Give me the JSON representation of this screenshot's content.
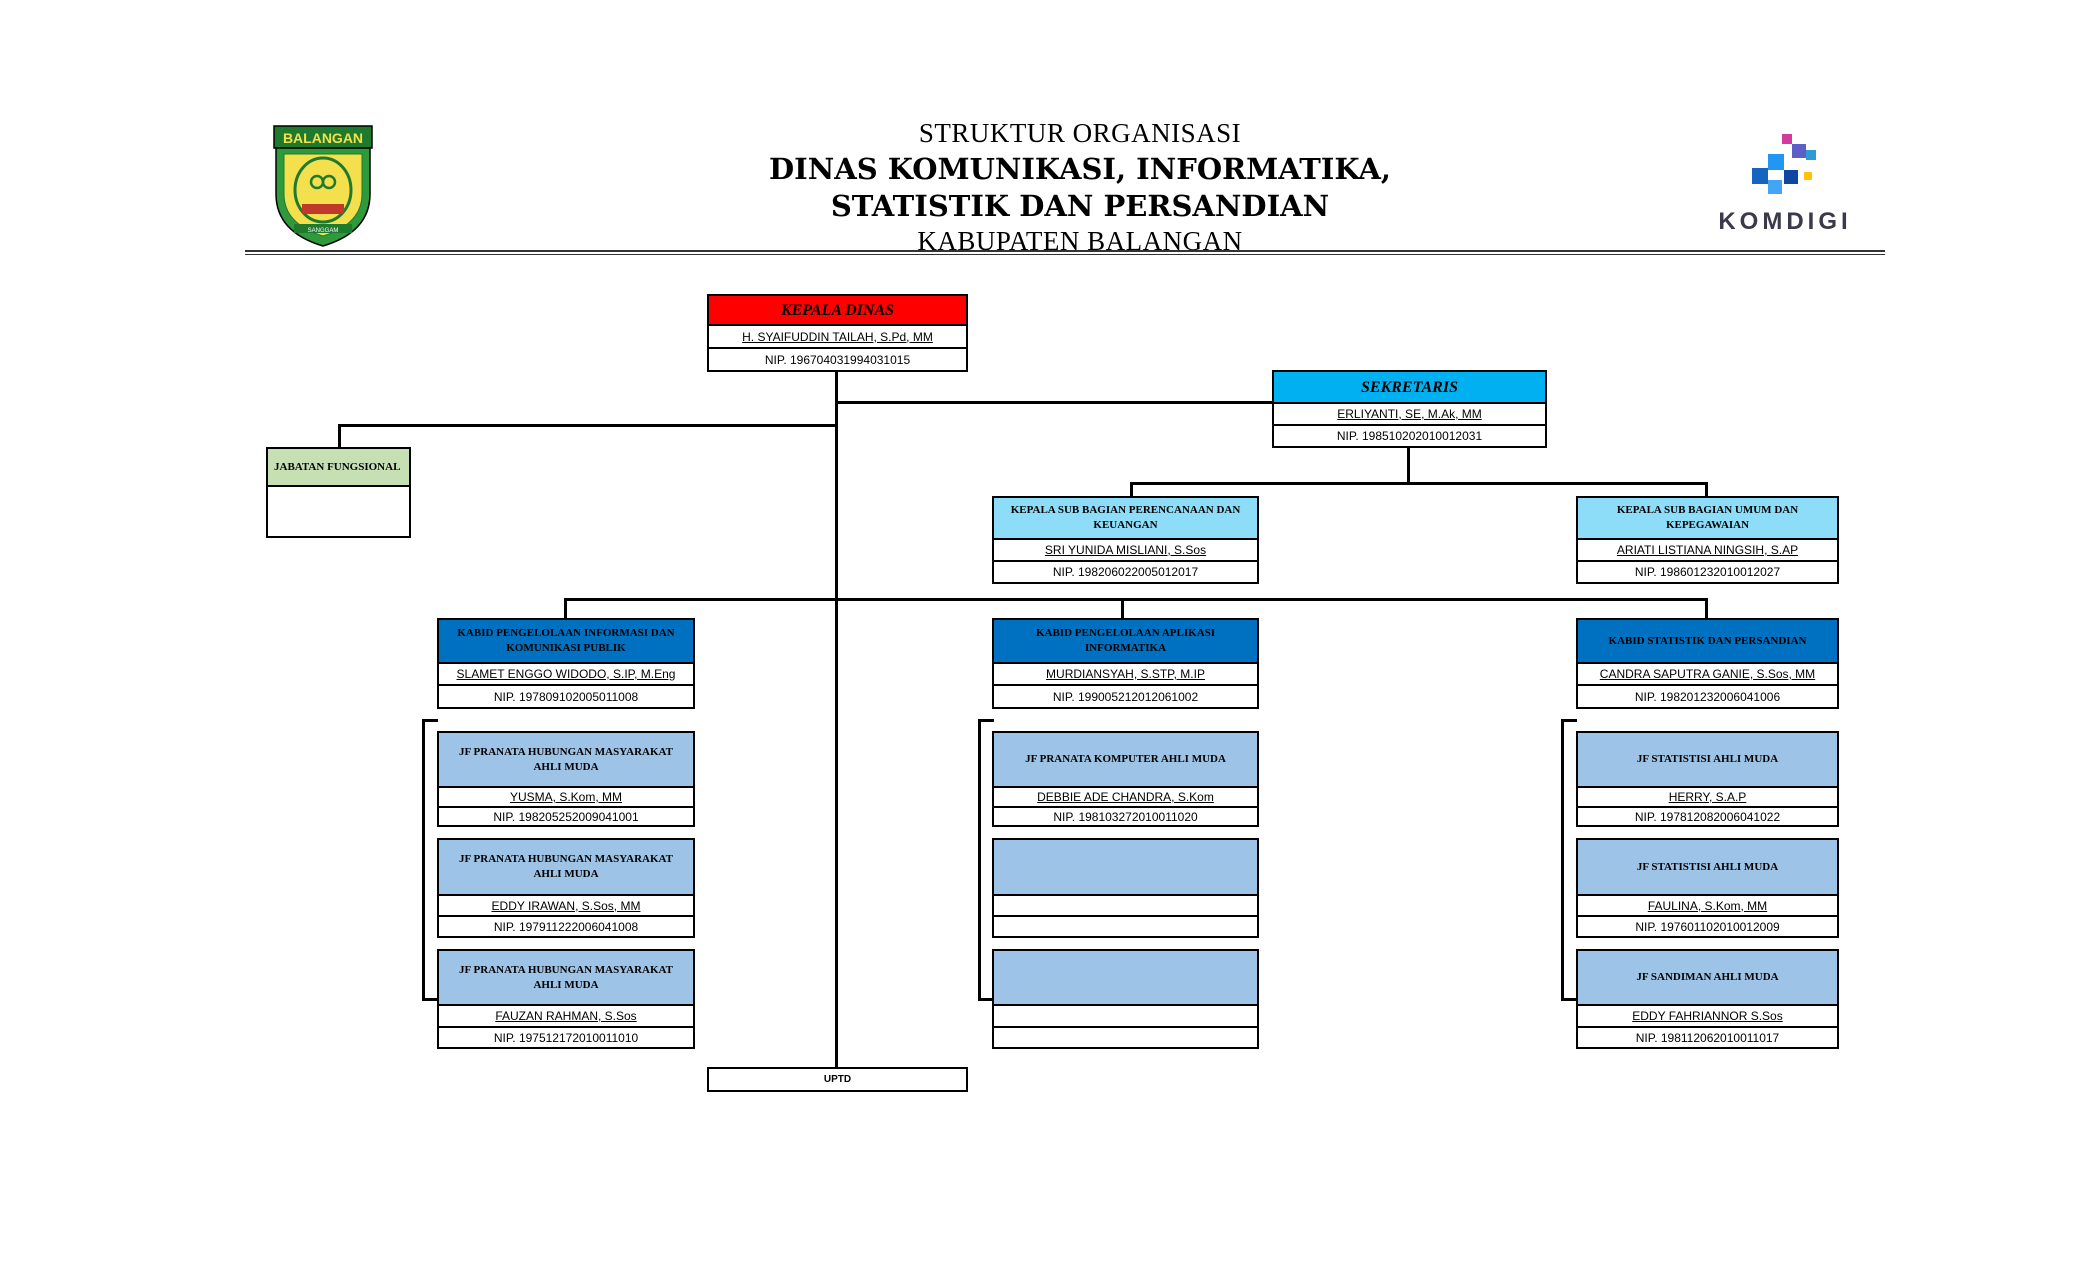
{
  "header": {
    "line1": "STRUKTUR ORGANISASI",
    "line2": "DINAS KOMUNIKASI, INFORMATIKA,",
    "line3": "STATISTIK DAN PERSANDIAN",
    "line4": "KABUPATEN BALANGAN"
  },
  "logos": {
    "left_banner": "BALANGAN",
    "left_ribbon": "SANGGAM",
    "right_text": "KOMDIGI"
  },
  "kepala": {
    "title": "KEPALA DINAS",
    "name": "H. SYAIFUDDIN TAILAH, S.Pd, MM",
    "nip": "NIP.  196704031994031015"
  },
  "sekretaris": {
    "title": "SEKRETARIS",
    "name": "ERLIYANTI, SE, M.Ak, MM",
    "nip": "NIP. 198510202010012031"
  },
  "jabatan_fungsional": {
    "title": "JABATAN FUNGSIONAL"
  },
  "subbag": [
    {
      "title": "KEPALA SUB BAGIAN PERENCANAAN DAN KEUANGAN",
      "name": "SRI YUNIDA MISLIANI, S.Sos",
      "nip": "NIP. 198206022005012017"
    },
    {
      "title": "KEPALA SUB BAGIAN UMUM DAN KEPEGAWAIAN",
      "name": "ARIATI LISTIANA NINGSIH, S.AP",
      "nip": "NIP. 198601232010012027"
    }
  ],
  "kabid": [
    {
      "title": "KABID PENGELOLAAN INFORMASI DAN KOMUNIKASI PUBLIK",
      "name": "SLAMET ENGGO WIDODO, S.IP, M.Eng",
      "nip": "NIP. 197809102005011008"
    },
    {
      "title": "KABID PENGELOLAAN APLIKASI INFORMATIKA",
      "name": "MURDIANSYAH, S.STP, M.IP",
      "nip": "NIP. 199005212012061002"
    },
    {
      "title": "KABID STATISTIK DAN PERSANDIAN",
      "name": "CANDRA SAPUTRA GANIE, S.Sos, MM",
      "nip": "NIP. 198201232006041006"
    }
  ],
  "jf_left": [
    {
      "title": "JF PRANATA HUBUNGAN MASYARAKAT AHLI MUDA",
      "name": "YUSMA, S.Kom, MM",
      "nip": "NIP. 198205252009041001"
    },
    {
      "title": "JF PRANATA HUBUNGAN MASYARAKAT AHLI MUDA",
      "name": "EDDY IRAWAN, S.Sos, MM",
      "nip": "NIP. 197911222006041008"
    },
    {
      "title": "JF PRANATA HUBUNGAN MASYARAKAT AHLI MUDA",
      "name": "FAUZAN RAHMAN, S.Sos",
      "nip": "NIP. 197512172010011010"
    }
  ],
  "jf_mid": [
    {
      "title": "JF PRANATA KOMPUTER AHLI MUDA",
      "name": "DEBBIE ADE CHANDRA, S.Kom",
      "nip": "NIP. 198103272010011020"
    },
    {
      "title": "",
      "name": "",
      "nip": ""
    },
    {
      "title": "",
      "name": "",
      "nip": ""
    }
  ],
  "jf_right": [
    {
      "title": "JF STATISTISI AHLI MUDA",
      "name": "HERRY, S.A.P",
      "nip": "NIP. 197812082006041022"
    },
    {
      "title": "JF STATISTISI  AHLI MUDA",
      "name": "FAULINA, S.Kom, MM",
      "nip": "NIP. 197601102010012009"
    },
    {
      "title": "JF SANDIMAN AHLI MUDA",
      "name": "EDDY FAHRIANNOR S.Sos",
      "nip": "NIP. 198112062010011017"
    }
  ],
  "uptd": {
    "title": "UPTD"
  },
  "colors": {
    "kepala": "#ff0000",
    "sekretaris": "#00b0f0",
    "subbag": "#8ddcf8",
    "kabid": "#0070c0",
    "jf": "#9dc3e6",
    "jabatan_fungsional": "#c6e0b4"
  }
}
